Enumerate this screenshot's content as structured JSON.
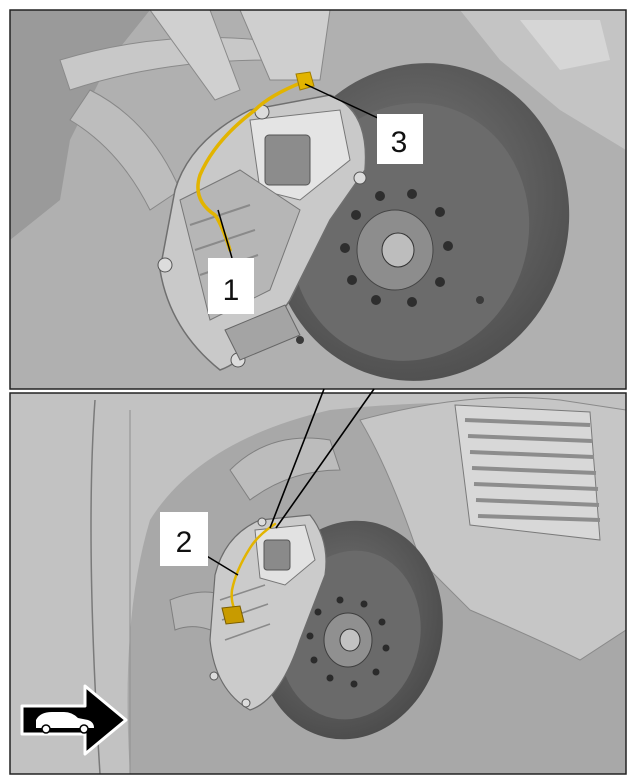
{
  "callouts": {
    "one": "1",
    "two": "2",
    "three": "3"
  },
  "colors": {
    "wire": "#e2b400",
    "panel_background": "#a9a9a9",
    "component_light": "#cfcfcf",
    "component_dark": "#6a6a6a",
    "disc": "#5e5e5e"
  },
  "icons": {
    "direction": "vehicle-forward-arrow-icon"
  }
}
